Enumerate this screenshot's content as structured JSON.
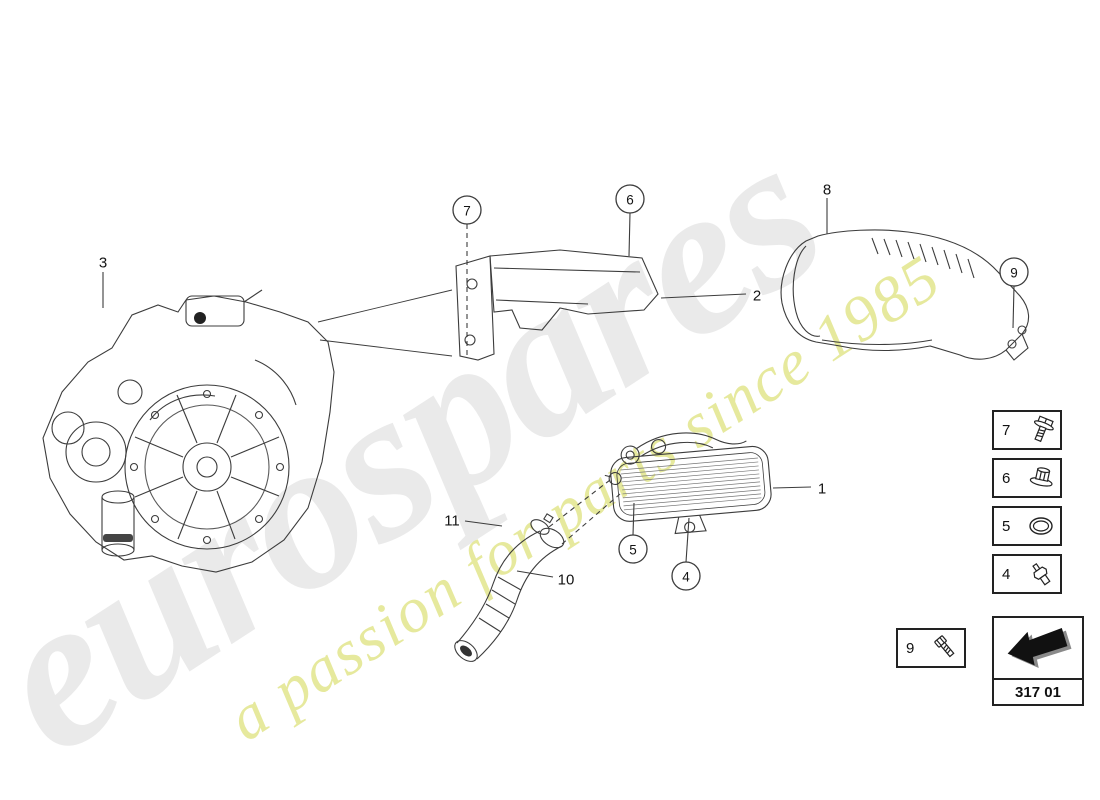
{
  "watermark": {
    "brand": "eurospares",
    "tagline": "a passion for parts since 1985"
  },
  "diagram": {
    "part_code": "317 01"
  },
  "callouts": {
    "c1": "1",
    "c2": "2",
    "c3": "3",
    "c4": "4",
    "c5": "5",
    "c6": "6",
    "c7": "7",
    "c8": "8",
    "c9": "9",
    "c10": "10",
    "c11": "11"
  },
  "legend": {
    "rows": [
      {
        "num": "7",
        "icon": "hex-flange-bolt-icon"
      },
      {
        "num": "6",
        "icon": "flange-nut-icon"
      },
      {
        "num": "5",
        "icon": "o-ring-icon"
      },
      {
        "num": "4",
        "icon": "breather-fitting-icon"
      }
    ],
    "extra": {
      "num": "9",
      "icon": "socket-bolt-icon"
    }
  },
  "nav": {
    "back_arrow": "back-arrow-icon"
  }
}
